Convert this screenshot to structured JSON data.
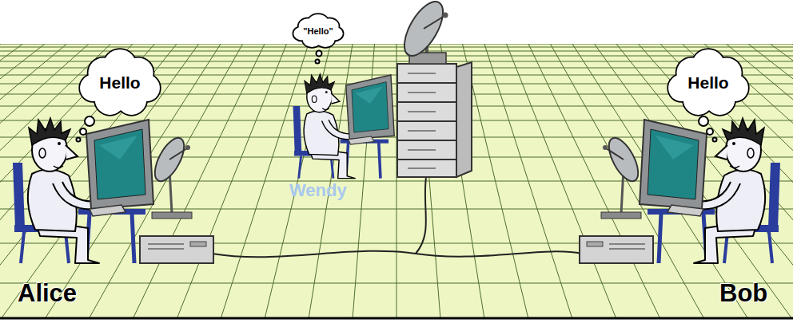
{
  "diagram": {
    "nodes": [
      {
        "text": [
          "Hello"
        ]
      },
      {
        "text": [
          "\"Hello\""
        ]
      },
      {
        "text": [
          "Hello"
        ]
      }
    ],
    "labels": [
      "Alice",
      "Wendy",
      "Bob"
    ]
  }
}
